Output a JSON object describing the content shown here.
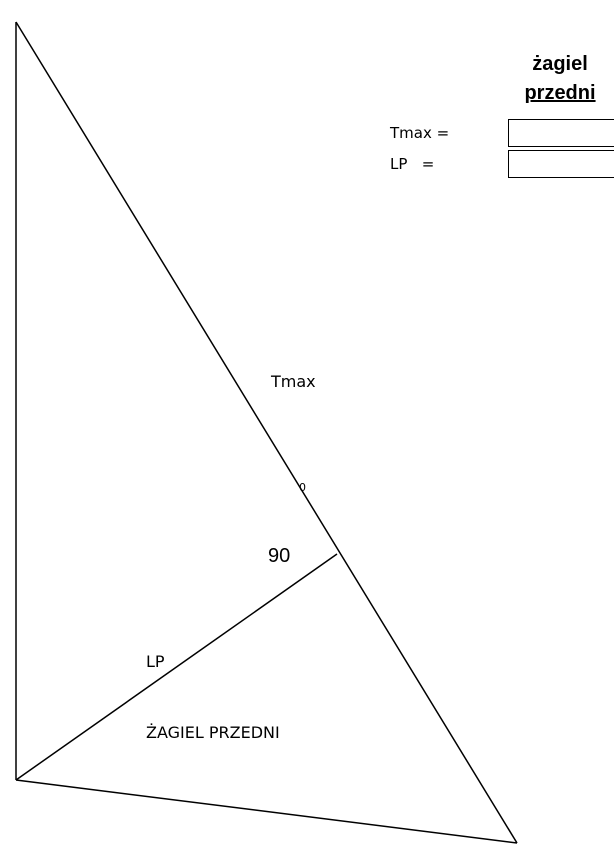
{
  "table": {
    "header_line1": "żagiel",
    "header_line2": "przedni",
    "rows": [
      {
        "label": "Tmax =",
        "value": ""
      },
      {
        "label": "LP   =",
        "value": ""
      }
    ]
  },
  "diagram": {
    "edge_label_tmax": "Tmax",
    "edge_label_lp": "LP",
    "angle_value": "90",
    "angle_unit": "0",
    "sail_name": "ŻAGIEL PRZEDNI"
  },
  "colors": {
    "line": "#000000",
    "background": "#ffffff"
  }
}
